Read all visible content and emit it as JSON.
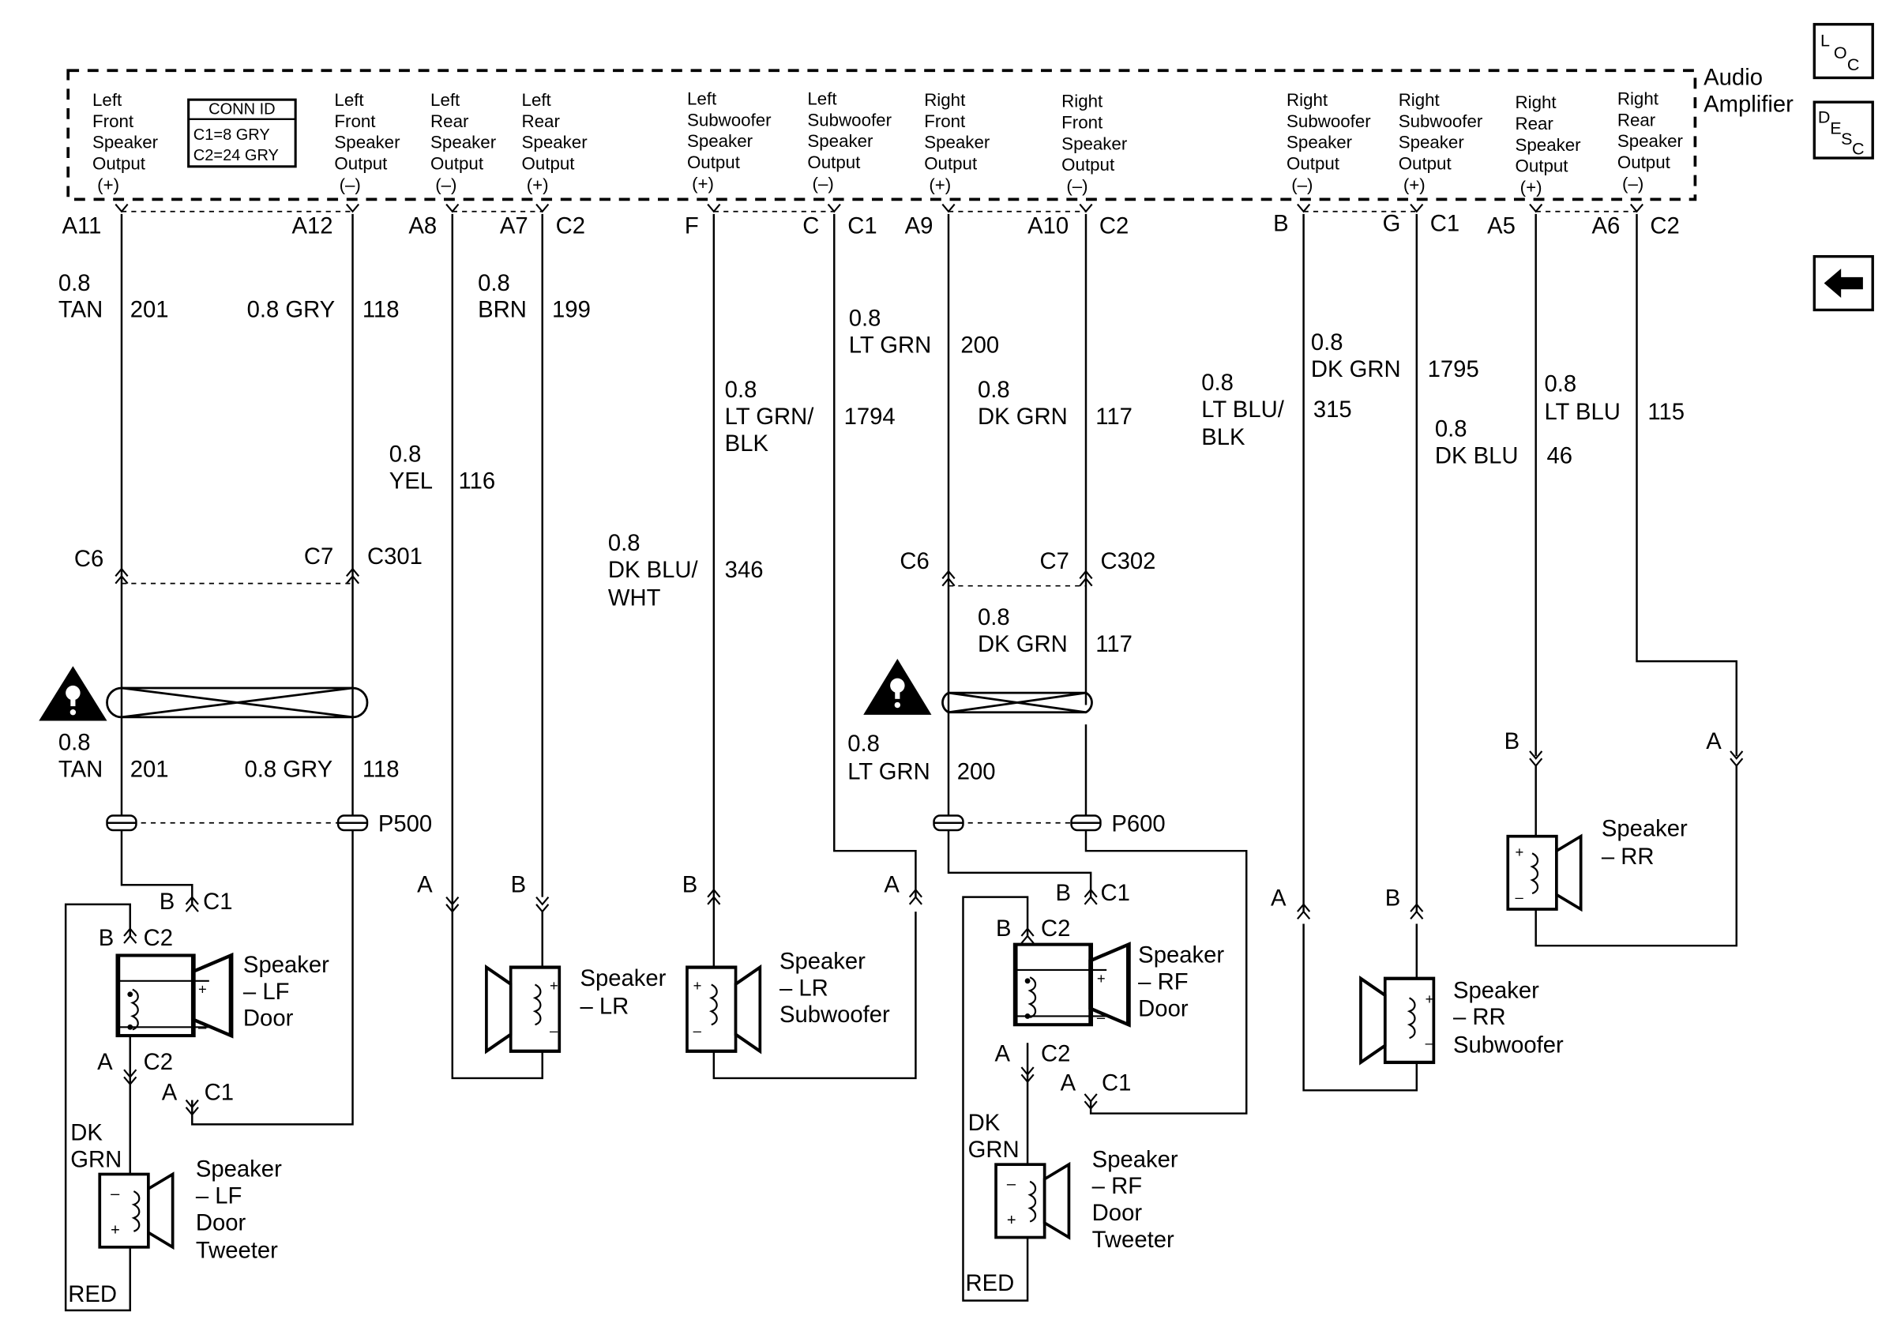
{
  "amplifier": {
    "title_line1": "Audio",
    "title_line2": "Amplifier",
    "conn_id": {
      "header": "CONN ID",
      "rows": [
        "C1=8 GRY",
        "C2=24 GRY"
      ]
    },
    "terminals": [
      {
        "lines": [
          "Left",
          "Front",
          "Speaker",
          "Output",
          "(+)"
        ]
      },
      {
        "lines": [
          "Left",
          "Front",
          "Speaker",
          "Output",
          "(–)"
        ]
      },
      {
        "lines": [
          "Left",
          "Rear",
          "Speaker",
          "Output",
          "(–)"
        ]
      },
      {
        "lines": [
          "Left",
          "Rear",
          "Speaker",
          "Output",
          "(+)"
        ]
      },
      {
        "lines": [
          "Left",
          "Subwoofer",
          "Speaker",
          "Output",
          "(+)"
        ]
      },
      {
        "lines": [
          "Left",
          "Subwoofer",
          "Speaker",
          "Output",
          "(–)"
        ]
      },
      {
        "lines": [
          "Right",
          "Front",
          "Speaker",
          "Output",
          "(+)"
        ]
      },
      {
        "lines": [
          "Right",
          "Front",
          "Speaker",
          "Output",
          "(–)"
        ]
      },
      {
        "lines": [
          "Right",
          "Subwoofer",
          "Speaker",
          "Output",
          "(–)"
        ]
      },
      {
        "lines": [
          "Right",
          "Subwoofer",
          "Speaker",
          "Output",
          "(+)"
        ]
      },
      {
        "lines": [
          "Right",
          "Rear",
          "Speaker",
          "Output",
          "(+)"
        ]
      },
      {
        "lines": [
          "Right",
          "Rear",
          "Speaker",
          "Output",
          "(–)"
        ]
      }
    ]
  },
  "pins": {
    "a11": "A11",
    "a12": "A12",
    "a8": "A8",
    "a7": "A7",
    "lf_c2": "C2",
    "f": "F",
    "c": "C",
    "sub_c1": "C1",
    "a9": "A9",
    "a10": "A10",
    "rf_c2": "C2",
    "b": "B",
    "g": "G",
    "rsub_c1": "C1",
    "a5": "A5",
    "a6": "A6",
    "rr_c2": "C2"
  },
  "wires": [
    {
      "size": "0.8",
      "color": "TAN",
      "circuit": "201"
    },
    {
      "size": "0.8",
      "color": "GRY",
      "circuit": "118",
      "label": "0.8 GRY"
    },
    {
      "size": "0.8",
      "color": "YEL",
      "circuit": "116"
    },
    {
      "size": "0.8",
      "color": "BRN",
      "circuit": "199"
    },
    {
      "size": "0.8",
      "color_lines": [
        "DK BLU/",
        "WHT"
      ],
      "circuit": "346"
    },
    {
      "size": "0.8",
      "color_lines": [
        "LT GRN/",
        "BLK"
      ],
      "circuit": "1794"
    },
    {
      "size": "0.8",
      "color": "LT GRN",
      "circuit": "200"
    },
    {
      "size": "0.8",
      "color": "DK GRN",
      "circuit": "117"
    },
    {
      "size": "0.8",
      "color_lines": [
        "LT BLU/",
        "BLK"
      ],
      "circuit": "315"
    },
    {
      "size": "0.8",
      "color": "DK GRN",
      "circuit": "1795"
    },
    {
      "size": "0.8",
      "color": "DK BLU",
      "circuit": "46"
    },
    {
      "size": "0.8",
      "color": "LT BLU",
      "circuit": "115"
    }
  ],
  "lower_wires": [
    {
      "size": "0.8",
      "color": "TAN",
      "circuit": "201"
    },
    {
      "label": "0.8 GRY",
      "circuit": "118"
    },
    {
      "size": "0.8",
      "color": "DK GRN",
      "circuit": "117"
    },
    {
      "size": "0.8",
      "color": "LT GRN",
      "circuit": "200"
    }
  ],
  "connectors": {
    "c301": {
      "name": "C301",
      "pins": [
        "C6",
        "C7"
      ]
    },
    "c302": {
      "name": "C302",
      "pins": [
        "C6",
        "C7"
      ]
    },
    "p500": "P500",
    "p600": "P600"
  },
  "speakers": {
    "lf_door": {
      "lines": [
        "Speaker",
        "– LF",
        "Door"
      ],
      "pins": [
        "B",
        "C1",
        "B",
        "C2",
        "A",
        "C2",
        "A",
        "C1"
      ]
    },
    "lf_tweeter": {
      "lines": [
        "Speaker",
        "– LF",
        "Door",
        "Tweeter"
      ],
      "wire_color": [
        "DK",
        "GRN"
      ],
      "red_label": "RED"
    },
    "lr": {
      "lines": [
        "Speaker",
        "– LR"
      ],
      "pins": [
        "A",
        "B"
      ]
    },
    "lr_sub": {
      "lines": [
        "Speaker",
        "– LR",
        "Subwoofer"
      ],
      "pins": [
        "B",
        "A"
      ]
    },
    "rf_door": {
      "lines": [
        "Speaker",
        "– RF",
        "Door"
      ],
      "pins": [
        "B",
        "C1",
        "B",
        "C2",
        "A",
        "C2",
        "A",
        "C1"
      ]
    },
    "rf_tweeter": {
      "lines": [
        "Speaker",
        "– RF",
        "Door",
        "Tweeter"
      ],
      "wire_color": [
        "DK",
        "GRN"
      ],
      "red_label": "RED"
    },
    "rr_sub": {
      "lines": [
        "Speaker",
        "– RR",
        "Subwoofer"
      ],
      "pins": [
        "A",
        "B"
      ]
    },
    "rr": {
      "lines": [
        "Speaker",
        "– RR"
      ],
      "pins": [
        "B",
        "A"
      ]
    }
  },
  "nav": {
    "loc": {
      "l": "L",
      "o": "O",
      "c": "C"
    },
    "desc": {
      "d": "D",
      "e": "E",
      "s": "S",
      "c": "C"
    },
    "back_icon": "left-arrow-icon"
  }
}
